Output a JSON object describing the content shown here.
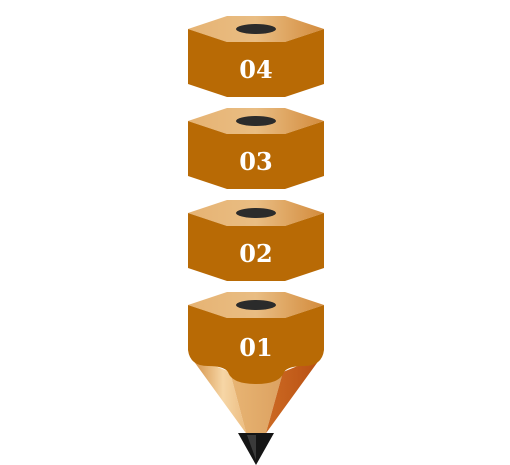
{
  "pencil": {
    "segments": [
      {
        "label": "04"
      },
      {
        "label": "03"
      },
      {
        "label": "02"
      },
      {
        "label": "01"
      }
    ]
  },
  "colors": {
    "wood_face": "#b86a05",
    "wood_top_light": "#e8b676",
    "wood_top_mid": "#d9974a",
    "core": "#2b2b2b",
    "cone_light": "#f2c98c",
    "cone_mid": "#e0a35a",
    "cone_dark": "#c55a18",
    "lead": "#151515",
    "text": "#ffffff"
  }
}
